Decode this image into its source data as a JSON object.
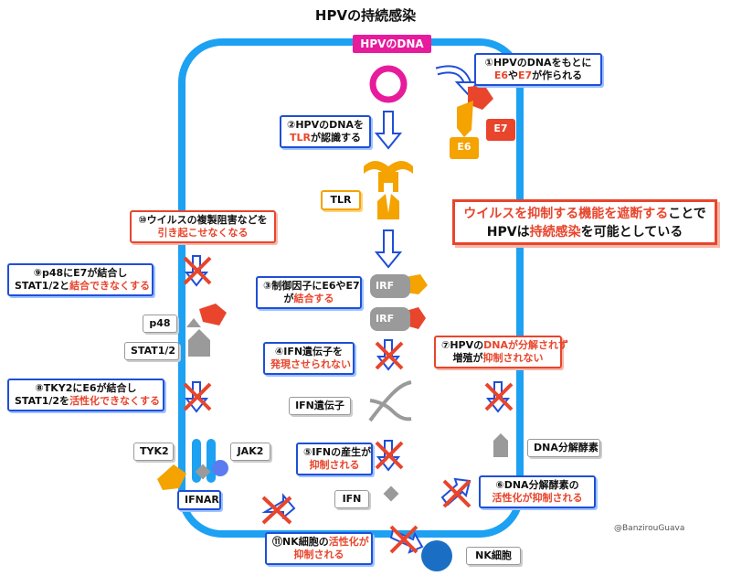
{
  "title": "HPVの持続感染",
  "dna_label": "HPVのDNA",
  "step1": {
    "a": "①HPVのDNAをもとに",
    "b1": "E6",
    "b2": "や",
    "b3": "E7",
    "b4": "が作られる"
  },
  "step2": {
    "a": "②HPVのDNAを",
    "b1": "TLR",
    "b2": "が認識する"
  },
  "step3": {
    "a": "③制御因子にE6やE7",
    "b1": "が",
    "b2": "結合する"
  },
  "step4": {
    "a": "④IFN遺伝子を",
    "b": "発現させられない"
  },
  "step5": {
    "a": "⑤IFNの産生が",
    "b": "抑制される"
  },
  "step6": {
    "a": "⑥DNA分解酵素の",
    "b": "活性化が抑制される"
  },
  "step7": {
    "a1": "⑦HPVの",
    "a2": "DNAが分解されず",
    "b1": "増殖が",
    "b2": "抑制されない"
  },
  "step8": {
    "a": "⑧TKY2にE6が結合し",
    "b1": "STAT1/2を",
    "b2": "活性化できなくする"
  },
  "step9": {
    "a": "⑨p48にE7が結合し",
    "b1": "STAT1/2と",
    "b2": "結合できなくする"
  },
  "step10": {
    "a": "⑩ウイルスの複製阻害などを",
    "b": "引き起こせなくなる"
  },
  "step11": {
    "a1": "⑪NK細胞の",
    "a2": "活性化が",
    "b": "抑制される"
  },
  "main_message": {
    "l1a": "ウイルスを抑制する機能を遮断する",
    "l1b": "ことで",
    "l2a": "HPVは",
    "l2b": "持続感染",
    "l2c": "を可能としている"
  },
  "labels": {
    "e6": "E6",
    "e7": "E7",
    "tlr": "TLR",
    "irf": "IRF",
    "ifn_gene": "IFN遺伝子",
    "ifn": "IFN",
    "dnase": "DNA分解酵素",
    "p48": "p48",
    "stat": "STAT1/2",
    "tyk2": "TYK2",
    "jak2": "JAK2",
    "ifnar": "IFNAR",
    "nk": "NK細胞"
  },
  "credit": "@BanzirouGuava",
  "colors": {
    "membrane": "#1da1f2",
    "accent": "#e8452c",
    "protein": "#f4a300",
    "dna": "#e61c9c",
    "gray": "#9a9a9a"
  }
}
